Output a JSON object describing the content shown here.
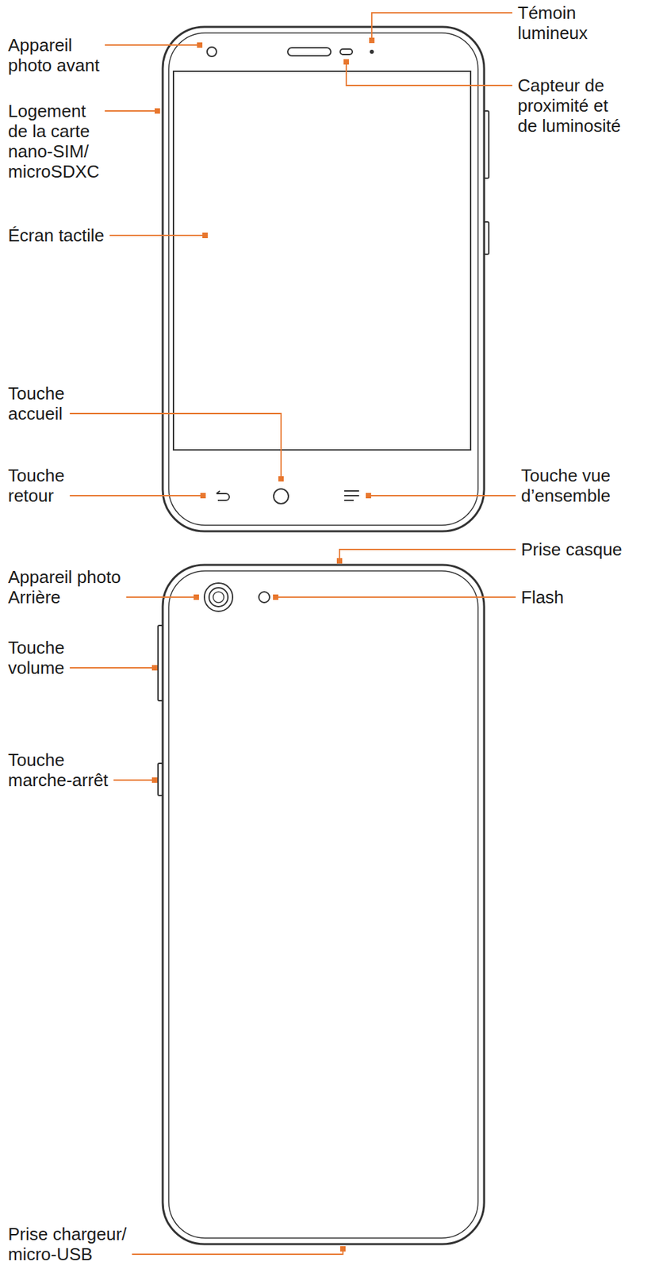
{
  "diagram": {
    "labels": [
      "Appareil photo avant",
      "Témoin lumineux",
      "Capteur de proximité et de luminosité",
      "Logement de la carte nano-SIM/ microSDXC",
      "Écran tactile",
      "Touche accueil",
      "Touche retour",
      "Touche vue d’ensemble",
      "Prise casque",
      "Appareil photo Arrière",
      "Flash",
      "Touche volume",
      "Touche marche-arrêt",
      "Prise chargeur/ micro-USB"
    ]
  }
}
